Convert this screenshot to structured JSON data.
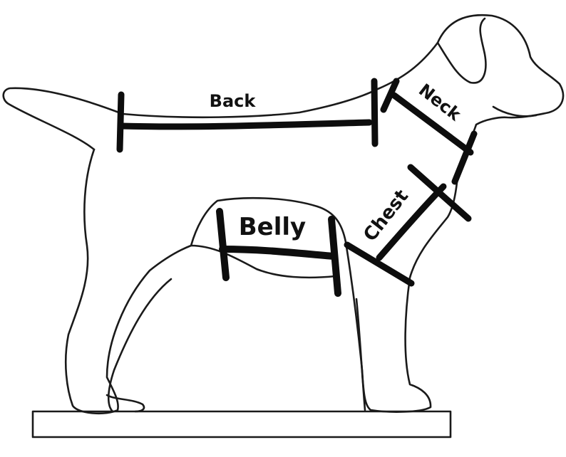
{
  "labels": {
    "back": "Back",
    "neck": "Neck",
    "chest": "Chest",
    "belly": "Belly"
  },
  "colors": {
    "outline": "#1a1a1a",
    "measure": "#0d0d0d",
    "background": "#ffffff"
  }
}
